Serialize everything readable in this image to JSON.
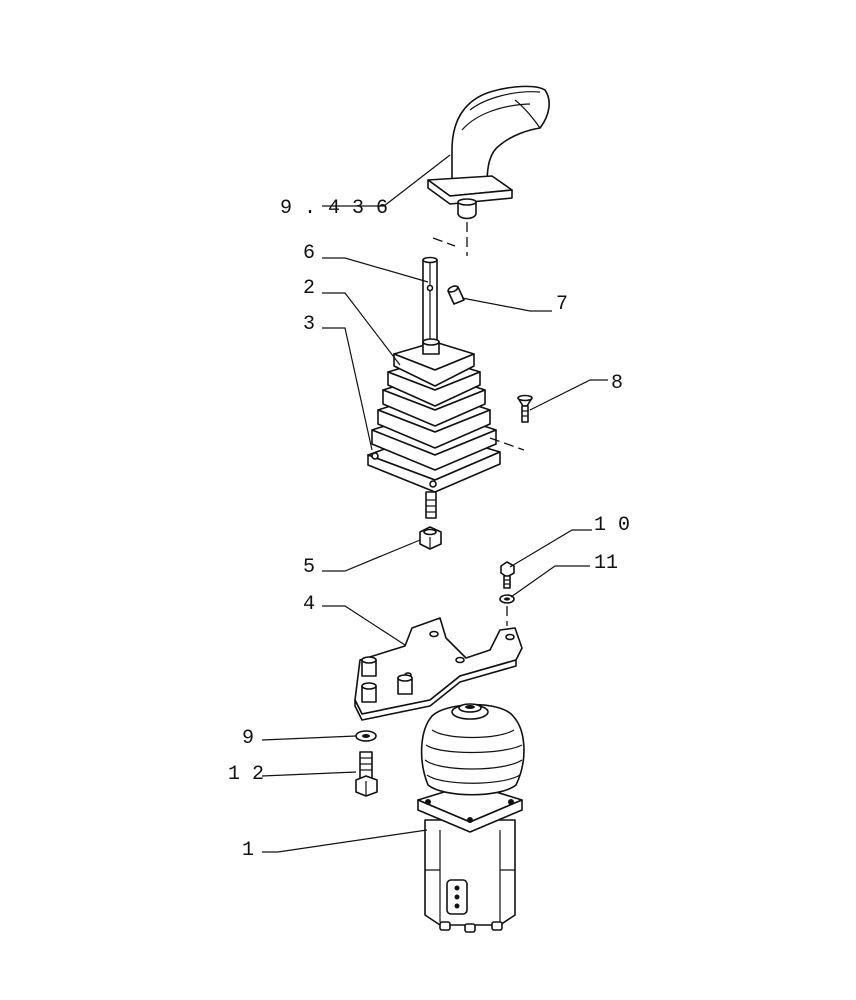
{
  "diagram": {
    "labels": [
      {
        "id": "9.436",
        "text": "9 . 4 3 6"
      },
      {
        "id": "6",
        "text": "6"
      },
      {
        "id": "2",
        "text": "2"
      },
      {
        "id": "3",
        "text": "3"
      },
      {
        "id": "7",
        "text": "7"
      },
      {
        "id": "8",
        "text": "8"
      },
      {
        "id": "10",
        "text": "1 0"
      },
      {
        "id": "11",
        "text": "11"
      },
      {
        "id": "5",
        "text": "5"
      },
      {
        "id": "4",
        "text": "4"
      },
      {
        "id": "9",
        "text": "9"
      },
      {
        "id": "12",
        "text": "1 2"
      },
      {
        "id": "1",
        "text": "1"
      }
    ]
  }
}
